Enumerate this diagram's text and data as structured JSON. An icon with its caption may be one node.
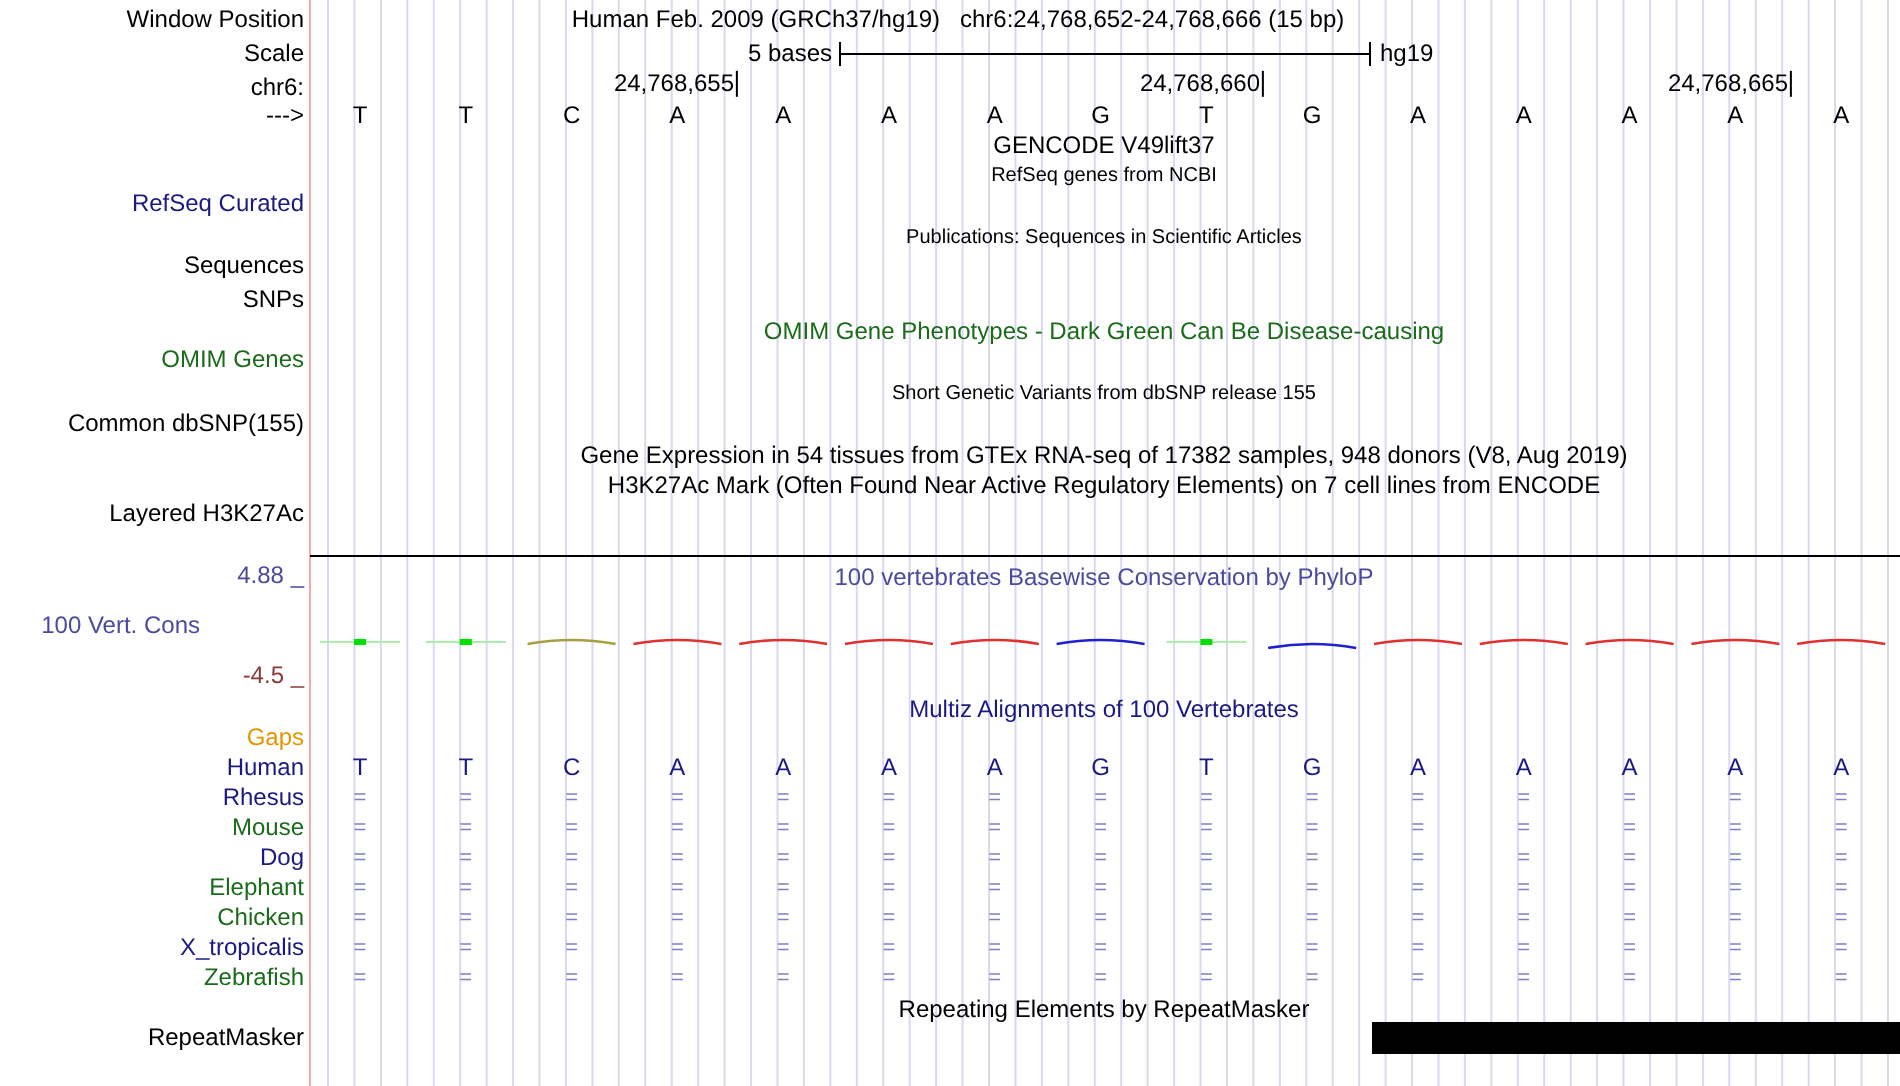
{
  "diagram": {
    "nodes": [
      {
        "text": [],
        "shape": "bar"
      }
    ],
    "labels": [
      "Window Position",
      "Human Feb. 2009 (GRCh37/hg19)",
      "chr6:24,768,652-24,768,666 (15 bp)",
      "Scale",
      "5 bases",
      "hg19",
      "chr6:",
      "24,768,655",
      "24,768,660",
      "24,768,665",
      "--->",
      "T",
      "T",
      "C",
      "A",
      "A",
      "A",
      "A",
      "G",
      "T",
      "G",
      "A",
      "A",
      "A",
      "A",
      "A",
      "GENCODE V49lift37",
      "RefSeq genes from NCBI",
      "RefSeq Curated",
      "Publications: Sequences in Scientific Articles",
      "Sequences",
      "SNPs",
      "OMIM Gene Phenotypes - Dark Green Can Be Disease-causing",
      "OMIM Genes",
      "Short Genetic Variants from dbSNP release 155",
      "Common dbSNP(155)",
      "Gene Expression in 54 tissues from GTEx RNA-seq of 17382 samples, 948 donors (V8, Aug 2019)",
      "H3K27Ac Mark (Often Found Near Active Regulatory Elements) on 7 cell lines from ENCODE",
      "Layered H3K27Ac",
      "4.88 _",
      "100 vertebrates Basewise Conservation by PhyloP",
      "100 Vert. Cons",
      "-4.5 _",
      "Multiz Alignments of 100 Vertebrates",
      "Gaps",
      "Human",
      "T",
      "T",
      "C",
      "A",
      "A",
      "A",
      "A",
      "G",
      "T",
      "G",
      "A",
      "A",
      "A",
      "A",
      "A",
      "Rhesus",
      "=",
      "=",
      "=",
      "=",
      "=",
      "=",
      "=",
      "=",
      "=",
      "=",
      "=",
      "=",
      "=",
      "=",
      "=",
      "Mouse",
      "=",
      "=",
      "=",
      "=",
      "=",
      "=",
      "=",
      "=",
      "=",
      "=",
      "=",
      "=",
      "=",
      "=",
      "=",
      "Dog",
      "=",
      "=",
      "=",
      "=",
      "=",
      "=",
      "=",
      "=",
      "=",
      "=",
      "=",
      "=",
      "=",
      "=",
      "=",
      "Elephant",
      "=",
      "=",
      "=",
      "=",
      "=",
      "=",
      "=",
      "=",
      "=",
      "=",
      "=",
      "=",
      "=",
      "=",
      "=",
      "Chicken",
      "=",
      "=",
      "=",
      "=",
      "=",
      "=",
      "=",
      "=",
      "=",
      "=",
      "=",
      "=",
      "=",
      "=",
      "=",
      "X_tropicalis",
      "=",
      "=",
      "=",
      "=",
      "=",
      "=",
      "=",
      "=",
      "=",
      "=",
      "=",
      "=",
      "=",
      "=",
      "=",
      "Zebrafish",
      "=",
      "=",
      "=",
      "=",
      "=",
      "=",
      "=",
      "=",
      "=",
      "=",
      "=",
      "=",
      "=",
      "=",
      "=",
      "Repeating Elements by RepeatMasker",
      "RepeatMasker"
    ]
  }
}
